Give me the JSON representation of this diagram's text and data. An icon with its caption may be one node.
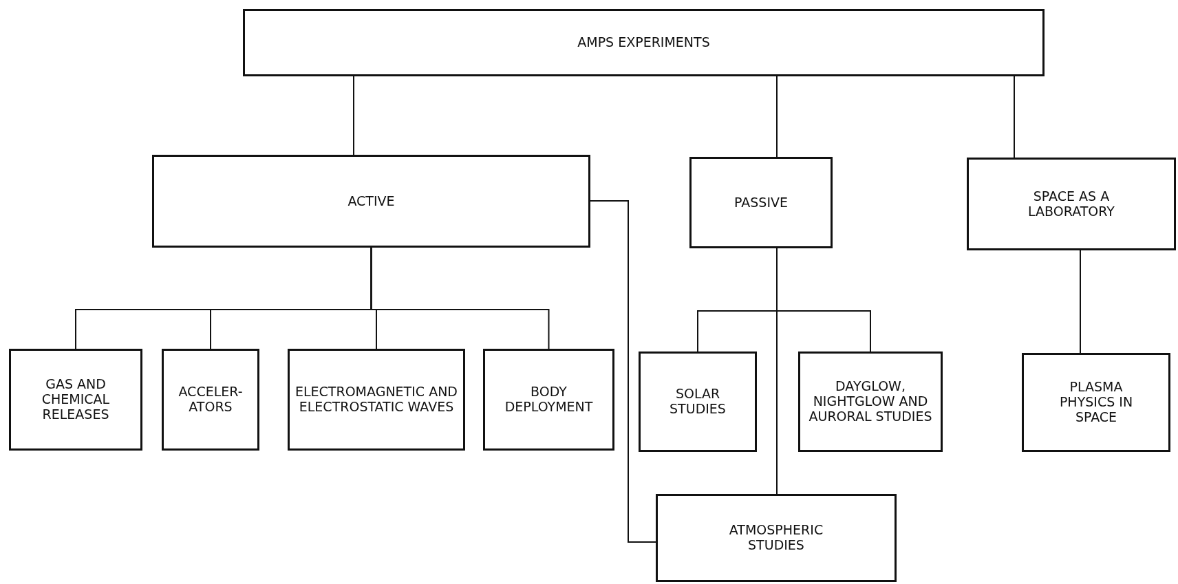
{
  "diagram": {
    "nodes": [
      {
        "text": [
          "AMPS EXPERIMENTS"
        ]
      },
      {
        "text": [
          "ACTIVE"
        ]
      },
      {
        "text": [
          "PASSIVE"
        ]
      },
      {
        "text": [
          "SPACE AS A LABORATORY"
        ]
      },
      {
        "text": [
          "GAS AND CHEMICAL RELEASES"
        ]
      },
      {
        "text": [
          "ACCELER- ATORS"
        ]
      },
      {
        "text": [
          "ELECTROMAGNETIC AND ELECTROSTATIC WAVES"
        ]
      },
      {
        "text": [
          "BODY DEPLOYMENT"
        ]
      },
      {
        "text": [
          "SOLAR STUDIES"
        ]
      },
      {
        "text": [
          "DAYGLOW, NIGHTGLOW AND AURORAL STUDIES"
        ]
      },
      {
        "text": [
          "PLASMA PHYSICS IN SPACE"
        ]
      },
      {
        "text": [
          "ATMOSPHERIC STUDIES"
        ]
      }
    ],
    "edges": [
      {
        "from": 0,
        "to": 1,
        "arrow": "none"
      },
      {
        "from": 0,
        "to": 2,
        "arrow": "none"
      },
      {
        "from": 0,
        "to": 3,
        "arrow": "none"
      },
      {
        "from": 1,
        "to": 4,
        "arrow": "none"
      },
      {
        "from": 1,
        "to": 5,
        "arrow": "none"
      },
      {
        "from": 1,
        "to": 6,
        "arrow": "none"
      },
      {
        "from": 1,
        "to": 7,
        "arrow": "none"
      },
      {
        "from": 2,
        "to": 8,
        "arrow": "none"
      },
      {
        "from": 2,
        "to": 9,
        "arrow": "none"
      },
      {
        "from": 2,
        "to": 11,
        "arrow": "none"
      },
      {
        "from": 1,
        "to": 11,
        "arrow": "none"
      },
      {
        "from": 3,
        "to": 10,
        "arrow": "none"
      }
    ]
  }
}
